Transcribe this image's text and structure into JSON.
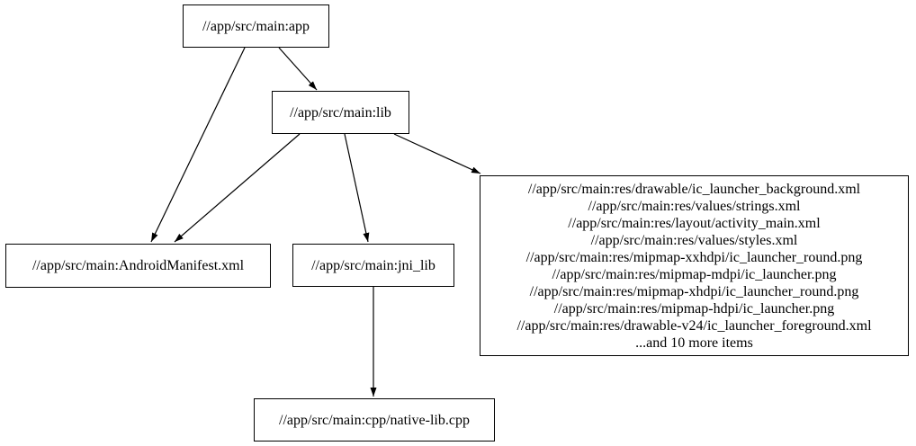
{
  "diagram": {
    "type": "dependency-graph",
    "background_color": "#ffffff",
    "node_fill": "#ffffff",
    "node_border_color": "#000000",
    "edge_color": "#000000",
    "text_color": "#000000",
    "nodes": {
      "app": {
        "label": "//app/src/main:app"
      },
      "lib": {
        "label": "//app/src/main:lib"
      },
      "manifest": {
        "label": "//app/src/main:AndroidManifest.xml"
      },
      "jni_lib": {
        "label": "//app/src/main:jni_lib"
      },
      "native_lib": {
        "label": "//app/src/main:cpp/native-lib.cpp"
      },
      "res_group": {
        "lines": [
          "//app/src/main:res/drawable/ic_launcher_background.xml",
          "//app/src/main:res/values/strings.xml",
          "//app/src/main:res/layout/activity_main.xml",
          "//app/src/main:res/values/styles.xml",
          "//app/src/main:res/mipmap-xxhdpi/ic_launcher_round.png",
          "//app/src/main:res/mipmap-mdpi/ic_launcher.png",
          "//app/src/main:res/mipmap-xhdpi/ic_launcher_round.png",
          "//app/src/main:res/mipmap-hdpi/ic_launcher.png",
          "//app/src/main:res/drawable-v24/ic_launcher_foreground.xml",
          "...and 10 more items"
        ]
      }
    },
    "edges": [
      {
        "from": "app",
        "to": "lib"
      },
      {
        "from": "app",
        "to": "manifest"
      },
      {
        "from": "lib",
        "to": "manifest"
      },
      {
        "from": "lib",
        "to": "jni_lib"
      },
      {
        "from": "lib",
        "to": "res_group"
      },
      {
        "from": "jni_lib",
        "to": "native_lib"
      }
    ]
  }
}
